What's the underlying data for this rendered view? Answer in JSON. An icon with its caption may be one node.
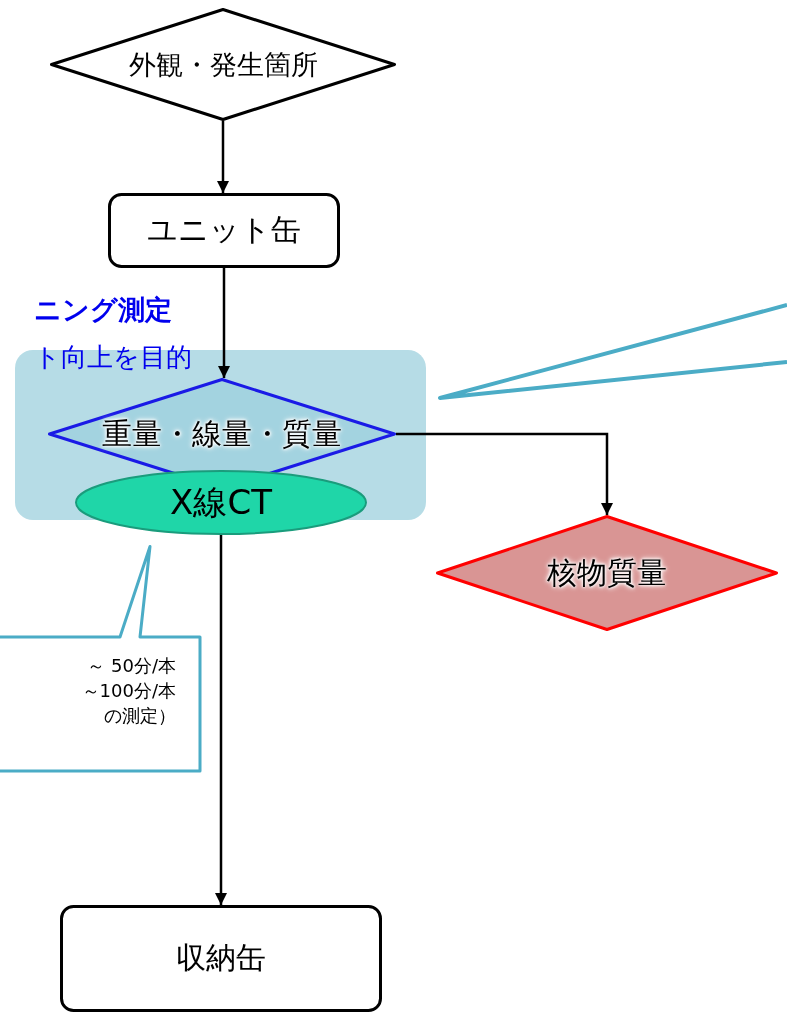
{
  "diagram": {
    "nodes": [
      {
        "text": [
          "外観・発生箇所"
        ]
      },
      {
        "text": [
          "ユニット缶"
        ]
      },
      {
        "text": [],
        "shape": "box"
      },
      {
        "text": [
          "重量・線量・質量"
        ],
        "in": 2
      },
      {
        "text": [
          "X線CT"
        ]
      },
      {
        "text": [
          "核物質量"
        ]
      },
      {
        "text": [
          "収納缶"
        ]
      },
      {
        "text": [
          "～ 50分/本",
          "～100分/本",
          "の測定）"
        ]
      }
    ],
    "edges": [
      {
        "from": 0,
        "to": 1,
        "arrow": "to"
      },
      {
        "from": 1,
        "to": 3,
        "arrow": "to"
      },
      {
        "from": 3,
        "to": 5,
        "arrow": "to"
      },
      {
        "from": 4,
        "to": 6,
        "arrow": "to"
      }
    ],
    "labels": [
      "ニング測定",
      "ト向上を目的"
    ]
  }
}
